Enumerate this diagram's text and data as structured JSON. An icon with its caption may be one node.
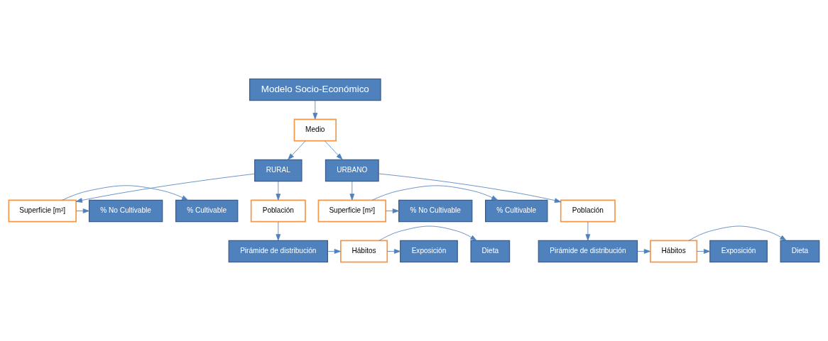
{
  "diagram": {
    "nodes": [
      {
        "text": [
          "Modelo Socio-Económico"
        ]
      },
      {
        "text": [
          "Medio"
        ]
      },
      {
        "text": [
          "RURAL"
        ]
      },
      {
        "text": [
          "URBANO"
        ]
      },
      {
        "text": [
          "% Cultivable"
        ]
      },
      {
        "text": [
          "Superficie [m²]"
        ]
      },
      {
        "text": [
          "% No Cultivable"
        ]
      },
      {
        "text": [
          "Superficie [m²]"
        ]
      },
      {
        "text": [
          "% Cultivable"
        ]
      },
      {
        "text": [
          "% No Cultivable"
        ]
      },
      {
        "text": [
          "Población"
        ]
      },
      {
        "text": [
          "Población"
        ]
      },
      {
        "text": [
          "Dieta"
        ]
      },
      {
        "text": [
          "Hábitos"
        ]
      },
      {
        "text": [
          "Pirámide de distribución"
        ]
      },
      {
        "text": [
          "Exposición"
        ]
      },
      {
        "text": [
          "Pirámide de distribución"
        ]
      },
      {
        "text": [
          "Hábitos"
        ]
      },
      {
        "text": [
          "Dieta"
        ]
      },
      {
        "text": [
          "Exposición"
        ]
      }
    ],
    "edges": [
      {
        "from": 0,
        "to": 1,
        "arrow": "to"
      },
      {
        "from": 1,
        "to": 2,
        "arrow": "to"
      },
      {
        "from": 1,
        "to": 3,
        "arrow": "to"
      },
      {
        "from": 2,
        "to": 5,
        "arrow": "to"
      },
      {
        "from": 2,
        "to": 10,
        "arrow": "to"
      },
      {
        "from": 5,
        "to": 4,
        "arrow": "to"
      },
      {
        "from": 5,
        "to": 6,
        "arrow": "to"
      },
      {
        "from": 3,
        "to": 7,
        "arrow": "to"
      },
      {
        "from": 3,
        "to": 11,
        "arrow": "to"
      },
      {
        "from": 7,
        "to": 8,
        "arrow": "to"
      },
      {
        "from": 7,
        "to": 9,
        "arrow": "to"
      },
      {
        "from": 10,
        "to": 14,
        "arrow": "to"
      },
      {
        "from": 11,
        "to": 16,
        "arrow": "to"
      },
      {
        "from": 14,
        "to": 13,
        "arrow": "to"
      },
      {
        "from": 13,
        "to": 12,
        "arrow": "to"
      },
      {
        "from": 13,
        "to": 15,
        "arrow": "to"
      },
      {
        "from": 16,
        "to": 17,
        "arrow": "to"
      },
      {
        "from": 17,
        "to": 18,
        "arrow": "to"
      },
      {
        "from": 17,
        "to": 19,
        "arrow": "to"
      }
    ]
  }
}
